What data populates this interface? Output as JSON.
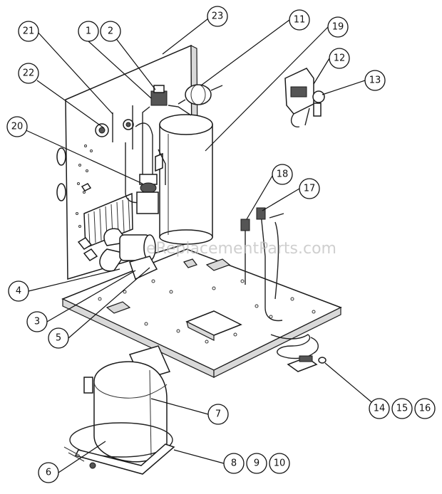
{
  "watermark": "eReplacementParts.com",
  "callouts": [
    {
      "id": "c1",
      "label": "1"
    },
    {
      "id": "c2",
      "label": "2"
    },
    {
      "id": "c23",
      "label": "23"
    },
    {
      "id": "c11",
      "label": "11"
    },
    {
      "id": "c19",
      "label": "19"
    },
    {
      "id": "c21",
      "label": "21"
    },
    {
      "id": "c22",
      "label": "22"
    },
    {
      "id": "c12",
      "label": "12"
    },
    {
      "id": "c13",
      "label": "13"
    },
    {
      "id": "c20",
      "label": "20"
    },
    {
      "id": "c18",
      "label": "18"
    },
    {
      "id": "c17",
      "label": "17"
    },
    {
      "id": "c4",
      "label": "4"
    },
    {
      "id": "c3",
      "label": "3"
    },
    {
      "id": "c5",
      "label": "5"
    },
    {
      "id": "c14",
      "label": "14"
    },
    {
      "id": "c15",
      "label": "15"
    },
    {
      "id": "c16",
      "label": "16"
    },
    {
      "id": "c7",
      "label": "7"
    },
    {
      "id": "c6",
      "label": "6"
    },
    {
      "id": "c8",
      "label": "8"
    },
    {
      "id": "c9",
      "label": "9"
    },
    {
      "id": "c10",
      "label": "10"
    }
  ]
}
